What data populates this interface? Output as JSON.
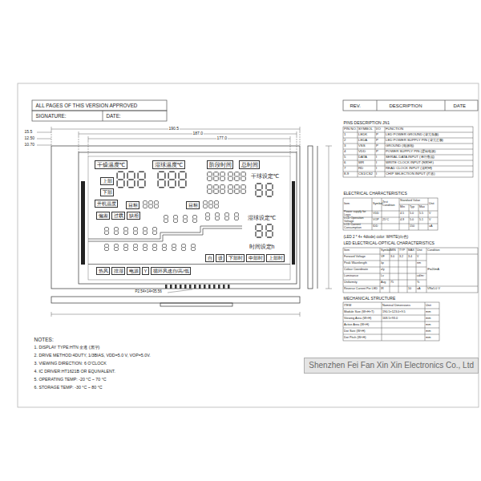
{
  "diagram": {
    "nodes": [
      {
        "text": [
          "干燥温度℃"
        ]
      },
      {
        "text": [
          "湿球温度℃"
        ]
      },
      {
        "text": [
          "阶段时间"
        ]
      },
      {
        "text": [
          "总时间"
        ]
      },
      {
        "text": [
          "上部"
        ]
      },
      {
        "text": [
          "下部"
        ]
      },
      {
        "text": [
          "开机温度"
        ]
      },
      {
        "text": [
          "目标"
        ]
      },
      {
        "text": [
          "目标"
        ]
      },
      {
        "text": [
          "偏差"
        ]
      },
      {
        "text": [
          "过载"
        ]
      },
      {
        "text": [
          "缺相"
        ]
      },
      {
        "text": [
          "热风"
        ]
      },
      {
        "text": [
          "排湿"
        ]
      },
      {
        "text": [
          "电源"
        ]
      },
      {
        "text": [
          "Y"
        ]
      },
      {
        "text": [
          "循环风速自/高/低"
        ]
      },
      {
        "text": [
          "自"
        ]
      },
      {
        "text": [
          "设"
        ]
      },
      {
        "text": [
          "下部时"
        ]
      },
      {
        "text": [
          "中部时"
        ]
      },
      {
        "text": [
          "上部时"
        ]
      },
      {
        "text": [
          "Shenzhen Fei Fan Xin Xin Electronics Co., Ltd"
        ]
      }
    ],
    "labels": [
      "ALL PAGES OF THIS VERSION APPROVED",
      "SIGNATURE:",
      "DATE:",
      "REV.",
      "DESCRIPTION",
      "DATE",
      "190.5",
      "187.0",
      "177.0",
      "15.5",
      "12.50",
      "10.70",
      "P2.54×14=35.56",
      "干球设定℃",
      "湿球设定℃",
      "时间设定h",
      "NOTES:",
      "1. DISPLAY TYPE:HTN 全透 (黑字)",
      "2. DRIVE METHOD:4DUTY, 1/3BIAS, VDD=5.0 V, VOP=5.0V.",
      "3. VIEWING DIRECTION: 6 O'CLOCK",
      "4. IC DRIVER:HT1621B OR EQUIVALENT.",
      "5. OPERATING TEMP: -20 °C ~ 70 °C",
      "6. STORAGE TEMP: -30 °C ~ 80 °C",
      "PINS DESCRIPTION JN1",
      "PIN NO.",
      "SYMBOL",
      "I/O",
      "FUNCTION",
      "1",
      "LEDK",
      "P",
      "LED POWER GROUND (背光负极)",
      "2",
      "LEDA",
      "P",
      "LED POWER SUPPLY PIN (背光正极)",
      "3",
      "VSS",
      "P",
      "GROUND (电源地)",
      "4",
      "VDD",
      "P",
      "POWER SUPPLY PIN (逻辑电源)",
      "5",
      "DATA",
      "I",
      "SERIAL DATA INPUT (串行数据)",
      "6",
      "WR",
      "I",
      "WRITE CLOCK INPUT (写时钟)",
      "7",
      "RD",
      "I",
      "READ CLOCK INPUT (读时钟)",
      "8-9",
      "CS1/CS2",
      "I",
      "CHIP SELECTION INPUT (片选)",
      "ELECTRICAL CHARACTERISTICS",
      "Item",
      "Symbol",
      "Test Condition",
      "Standard Value",
      "Unit",
      "Min",
      "Typ",
      "Max",
      "Power supply for Logic",
      "VDD",
      "4.5",
      "5.0",
      "5.5",
      "V",
      "LCD Operation Voltage",
      "VOP",
      "25°C",
      "4.9",
      "5.0",
      "5.1",
      "V",
      "LCD Current Consumption",
      "IDD",
      "150",
      "uA",
      "(LED 2 * 4+ 4diode) color: WHITE(白色)",
      "LED ELECTRICAL-OPTICAL CHARACTERISTICS",
      "Item",
      "Symbol",
      "MIN",
      "TYP",
      "MAX",
      "Unit",
      "Condition",
      "Forward Voltage",
      "VF",
      "3.0",
      "3.2",
      "3.4",
      "V",
      "IF=20mA",
      "Peak Wavelength",
      "λp",
      "nm",
      "Colour Coordinate",
      "x/y",
      "Luminance",
      "Lv",
      "cd/m²",
      "Uniformity",
      "Avg",
      "75",
      "%",
      "Reverse Current Per LED",
      "IR",
      "10",
      "uA",
      "VR=5.0 V",
      "MECHANICAL STRUCTURE",
      "ITEM",
      "Nominal Dimensions",
      "Unit",
      "Module Size (W×H×T)",
      "190.5×123.0×9.5",
      "mm",
      "Viewing Area (W×H)",
      "168.5×93.0",
      "mm",
      "Active Area (W×H)",
      "mm",
      "Dot Size (W×H)",
      "mm",
      "Dot Pitch (W×H)",
      "mm"
    ]
  }
}
